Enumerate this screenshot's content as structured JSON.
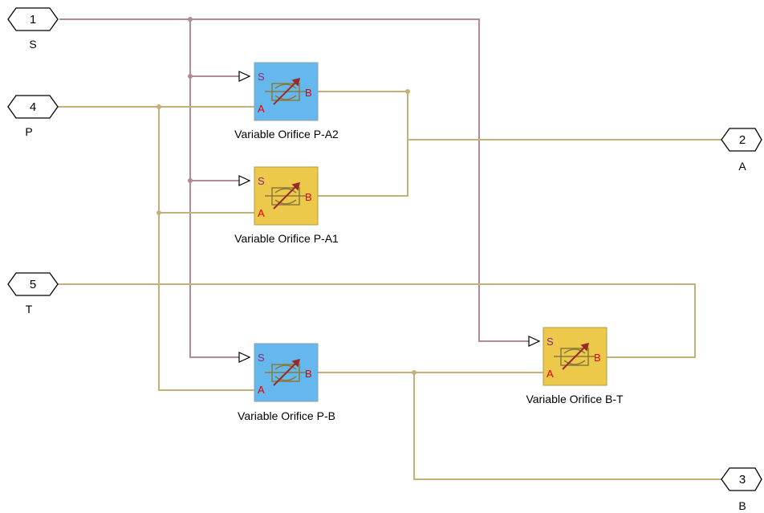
{
  "colors": {
    "signal_line": "#b08a96",
    "hydraulic_line": "#c4b07a",
    "block_blue": "#64b8ee",
    "block_yellow": "#ecc94b",
    "pin_signal": "#8a2a7a",
    "pin_hydraulic": "#e00000",
    "symbol": "#8a7a3a",
    "arrow": "#9a2a2a"
  },
  "ports": [
    {
      "id": "port-1",
      "number": "1",
      "label": "S",
      "side": "left"
    },
    {
      "id": "port-4",
      "number": "4",
      "label": "P",
      "side": "left"
    },
    {
      "id": "port-5",
      "number": "5",
      "label": "T",
      "side": "left"
    },
    {
      "id": "port-2",
      "number": "2",
      "label": "A",
      "side": "right"
    },
    {
      "id": "port-3",
      "number": "3",
      "label": "B",
      "side": "right"
    }
  ],
  "blocks": [
    {
      "id": "orifice-p-a2",
      "name": "Variable Orifice P-A2",
      "color": "blue",
      "pins": {
        "s": "S",
        "a": "A",
        "b": "B"
      }
    },
    {
      "id": "orifice-p-a1",
      "name": "Variable Orifice P-A1",
      "color": "yellow",
      "pins": {
        "s": "S",
        "a": "A",
        "b": "B"
      }
    },
    {
      "id": "orifice-p-b",
      "name": "Variable Orifice P-B",
      "color": "blue",
      "pins": {
        "s": "S",
        "a": "A",
        "b": "B"
      }
    },
    {
      "id": "orifice-b-t",
      "name": "Variable Orifice B-T",
      "color": "yellow",
      "pins": {
        "s": "S",
        "a": "A",
        "b": "B"
      }
    }
  ]
}
